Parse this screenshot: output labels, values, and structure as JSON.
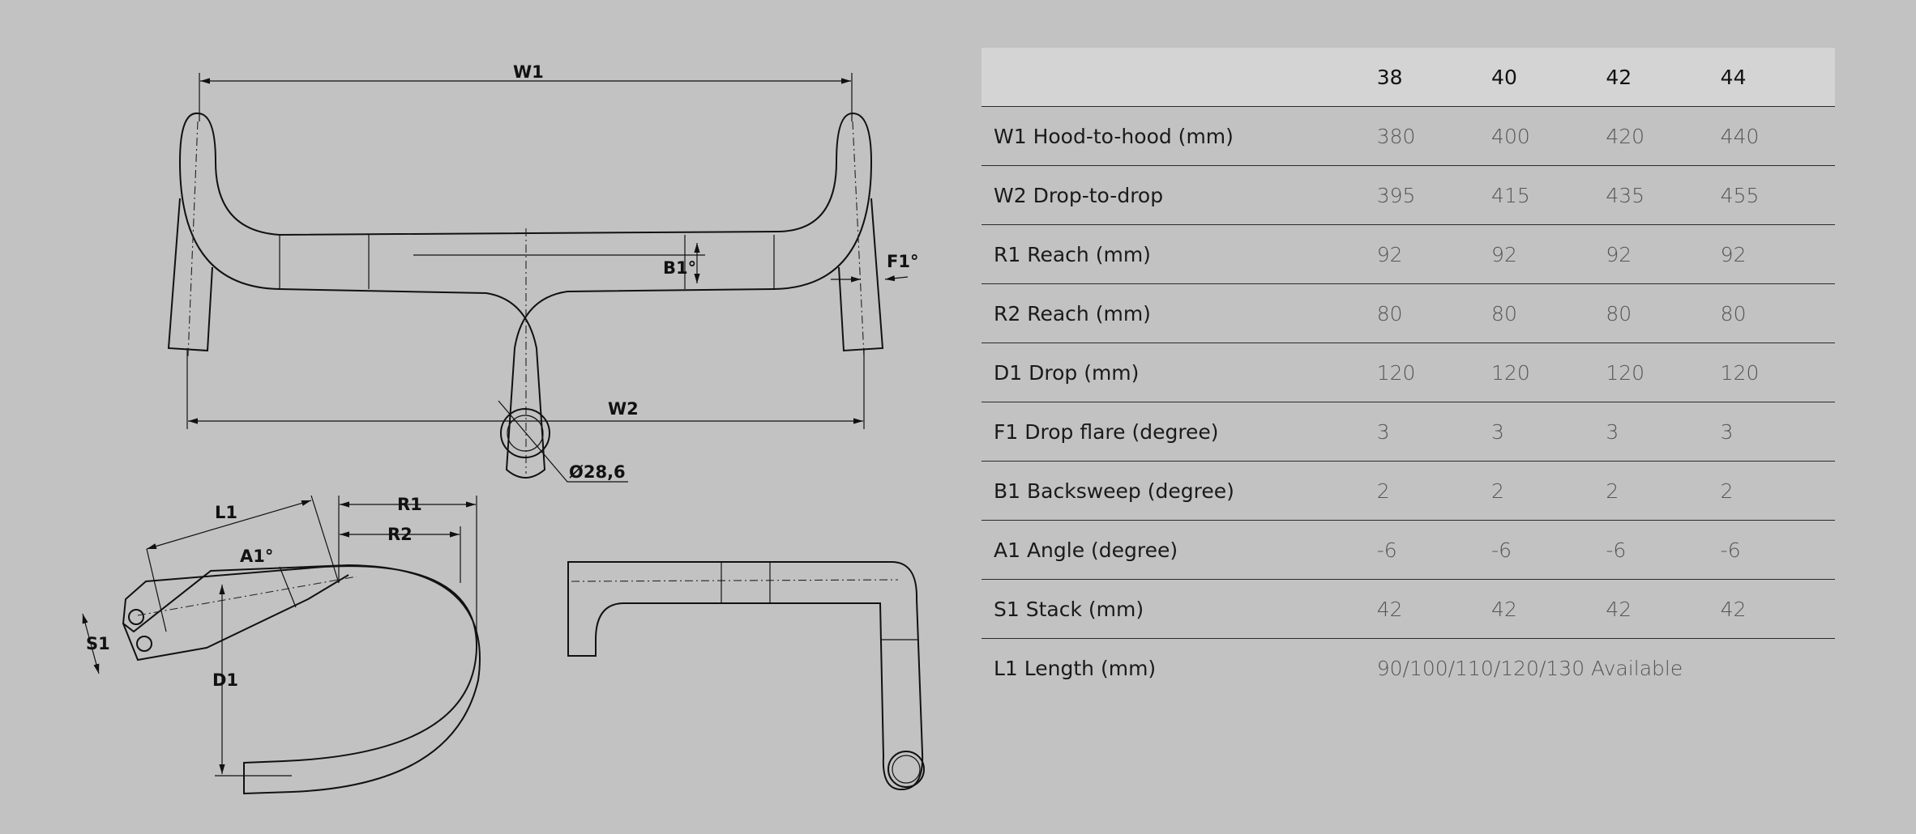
{
  "drawing": {
    "labels": {
      "w1": "W1",
      "w2": "W2",
      "b1": "B1°",
      "f1": "F1°",
      "clamp": "Ø28,6",
      "l1": "L1",
      "r1": "R1",
      "r2": "R2",
      "a1": "A1°",
      "s1": "S1",
      "d1": "D1"
    }
  },
  "table": {
    "sizes": [
      "38",
      "40",
      "42",
      "44"
    ],
    "rows": [
      {
        "label": "W1 Hood-to-hood (mm)",
        "values": [
          "380",
          "400",
          "420",
          "440"
        ]
      },
      {
        "label": "W2 Drop-to-drop",
        "values": [
          "395",
          "415",
          "435",
          "455"
        ]
      },
      {
        "label": "R1 Reach (mm)",
        "values": [
          "92",
          "92",
          "92",
          "92"
        ]
      },
      {
        "label": "R2 Reach (mm)",
        "values": [
          "80",
          "80",
          "80",
          "80"
        ]
      },
      {
        "label": "D1 Drop (mm)",
        "values": [
          "120",
          "120",
          "120",
          "120"
        ]
      },
      {
        "label": "F1 Drop flare (degree)",
        "values": [
          "3",
          "3",
          "3",
          "3"
        ]
      },
      {
        "label": "B1 Backsweep (degree)",
        "values": [
          "2",
          "2",
          "2",
          "2"
        ]
      },
      {
        "label": "A1 Angle (degree)",
        "values": [
          "-6",
          "-6",
          "-6",
          "-6"
        ]
      },
      {
        "label": "S1 Stack (mm)",
        "values": [
          "42",
          "42",
          "42",
          "42"
        ]
      }
    ],
    "last_row": {
      "label": "L1 Length (mm)",
      "value": "90/100/110/120/130 Available"
    }
  }
}
